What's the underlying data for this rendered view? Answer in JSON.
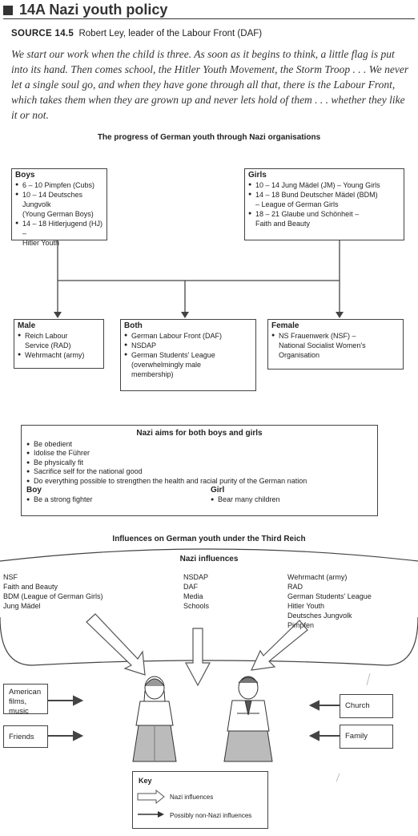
{
  "section": {
    "title": "14A  Nazi youth policy"
  },
  "source": {
    "label": "SOURCE 14.5",
    "attribution": "Robert Ley, leader of the Labour Front (DAF)",
    "quote": "We start our work when the child is three. As soon as it begins to think, a little flag is put into its hand. Then comes school, the Hitler Youth Movement, the Storm Troop . . . We never let a single soul go, and when they have gone through all that, there is the Labour Front, which takes them when they are grown up and never lets hold of them . . . whether they like it or not."
  },
  "progress": {
    "title": "The progress of German youth through Nazi organisations",
    "boys": {
      "title": "Boys",
      "items": [
        "6 – 10 Pimpfen (Cubs)",
        "10 – 14 Deutsches Jungvolk",
        "14 – 18 Hitlerjugend (HJ) –"
      ],
      "cont": [
        "(Young German Boys)",
        "Hitler Youth"
      ]
    },
    "girls": {
      "title": "Girls",
      "items": [
        "10 – 14 Jung Mädel (JM) – Young Girls",
        "14 – 18 Bund Deutscher Mädel (BDM)",
        "18 – 21 Glaube und Schönheit –"
      ],
      "cont": [
        "– League of German Girls",
        "Faith and Beauty"
      ]
    },
    "male": {
      "title": "Male",
      "items": [
        "Reich Labour",
        "Wehrmacht (army)"
      ],
      "cont": [
        "Service (RAD)"
      ]
    },
    "both": {
      "title": "Both",
      "items": [
        "German Labour Front (DAF)",
        "NSDAP",
        "German Students' League"
      ],
      "cont": [
        "(overwhelmingly male",
        "membership)"
      ]
    },
    "female": {
      "title": "Female",
      "items": [
        "NS Frauenwerk (NSF) –"
      ],
      "cont": [
        "National Socialist Women's",
        "Organisation"
      ]
    }
  },
  "aims": {
    "title": "Nazi aims for both boys and girls",
    "items": [
      "Be obedient",
      "Idolise the Führer",
      "Be physically fit",
      "Sacrifice self for the national good",
      "Do everything possible to strengthen the health and racial purity of the German nation"
    ],
    "boy_label": "Boy",
    "boy_item": "Be a strong fighter",
    "girl_label": "Girl",
    "girl_item": "Bear many children"
  },
  "influences": {
    "title": "Influences on German youth under the Third Reich",
    "nazi_title": "Nazi influences",
    "col1": [
      "NSF",
      "Faith and Beauty",
      "BDM (League of German Girls)",
      "Jung Mädel"
    ],
    "col2": [
      "NSDAP",
      "DAF",
      "Media",
      "Schools"
    ],
    "col3": [
      "Wehrmacht (army)",
      "RAD",
      "German Students' League",
      "Hitler Youth",
      "Deutsches Jungvolk",
      "Pimpfen"
    ],
    "left_boxes": [
      [
        "American",
        "films, music"
      ],
      [
        "Friends"
      ]
    ],
    "right_boxes": [
      "Church",
      "Family"
    ],
    "key": {
      "title": "Key",
      "nazi": "Nazi influences",
      "non_nazi": "Possibly non-Nazi influences"
    }
  }
}
